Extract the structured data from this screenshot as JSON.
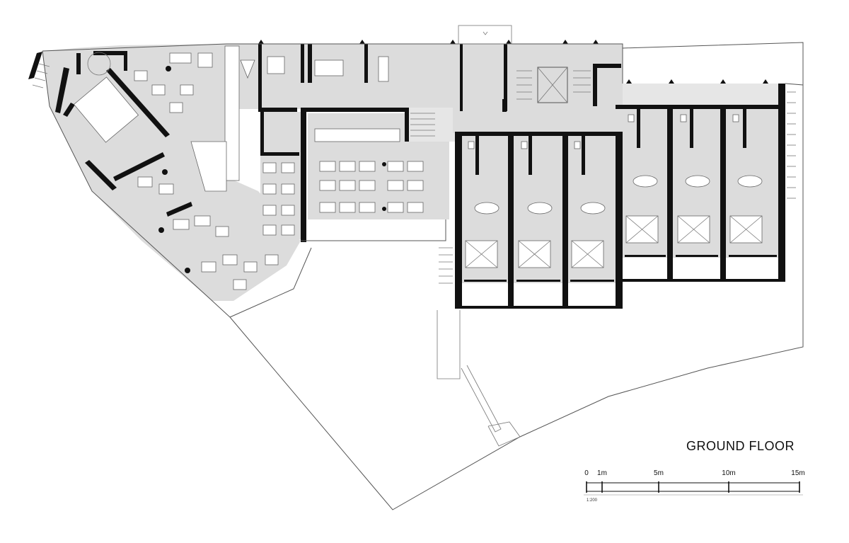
{
  "drawing": {
    "title": "GROUND FLOOR",
    "scale_ratio": "1:200",
    "scale_bar": {
      "labels": [
        "0",
        "1m",
        "5m",
        "10m",
        "15m"
      ]
    },
    "colors": {
      "wall": "#111111",
      "floor": "#dcdcdc",
      "line": "#555555",
      "background": "#ffffff"
    }
  }
}
